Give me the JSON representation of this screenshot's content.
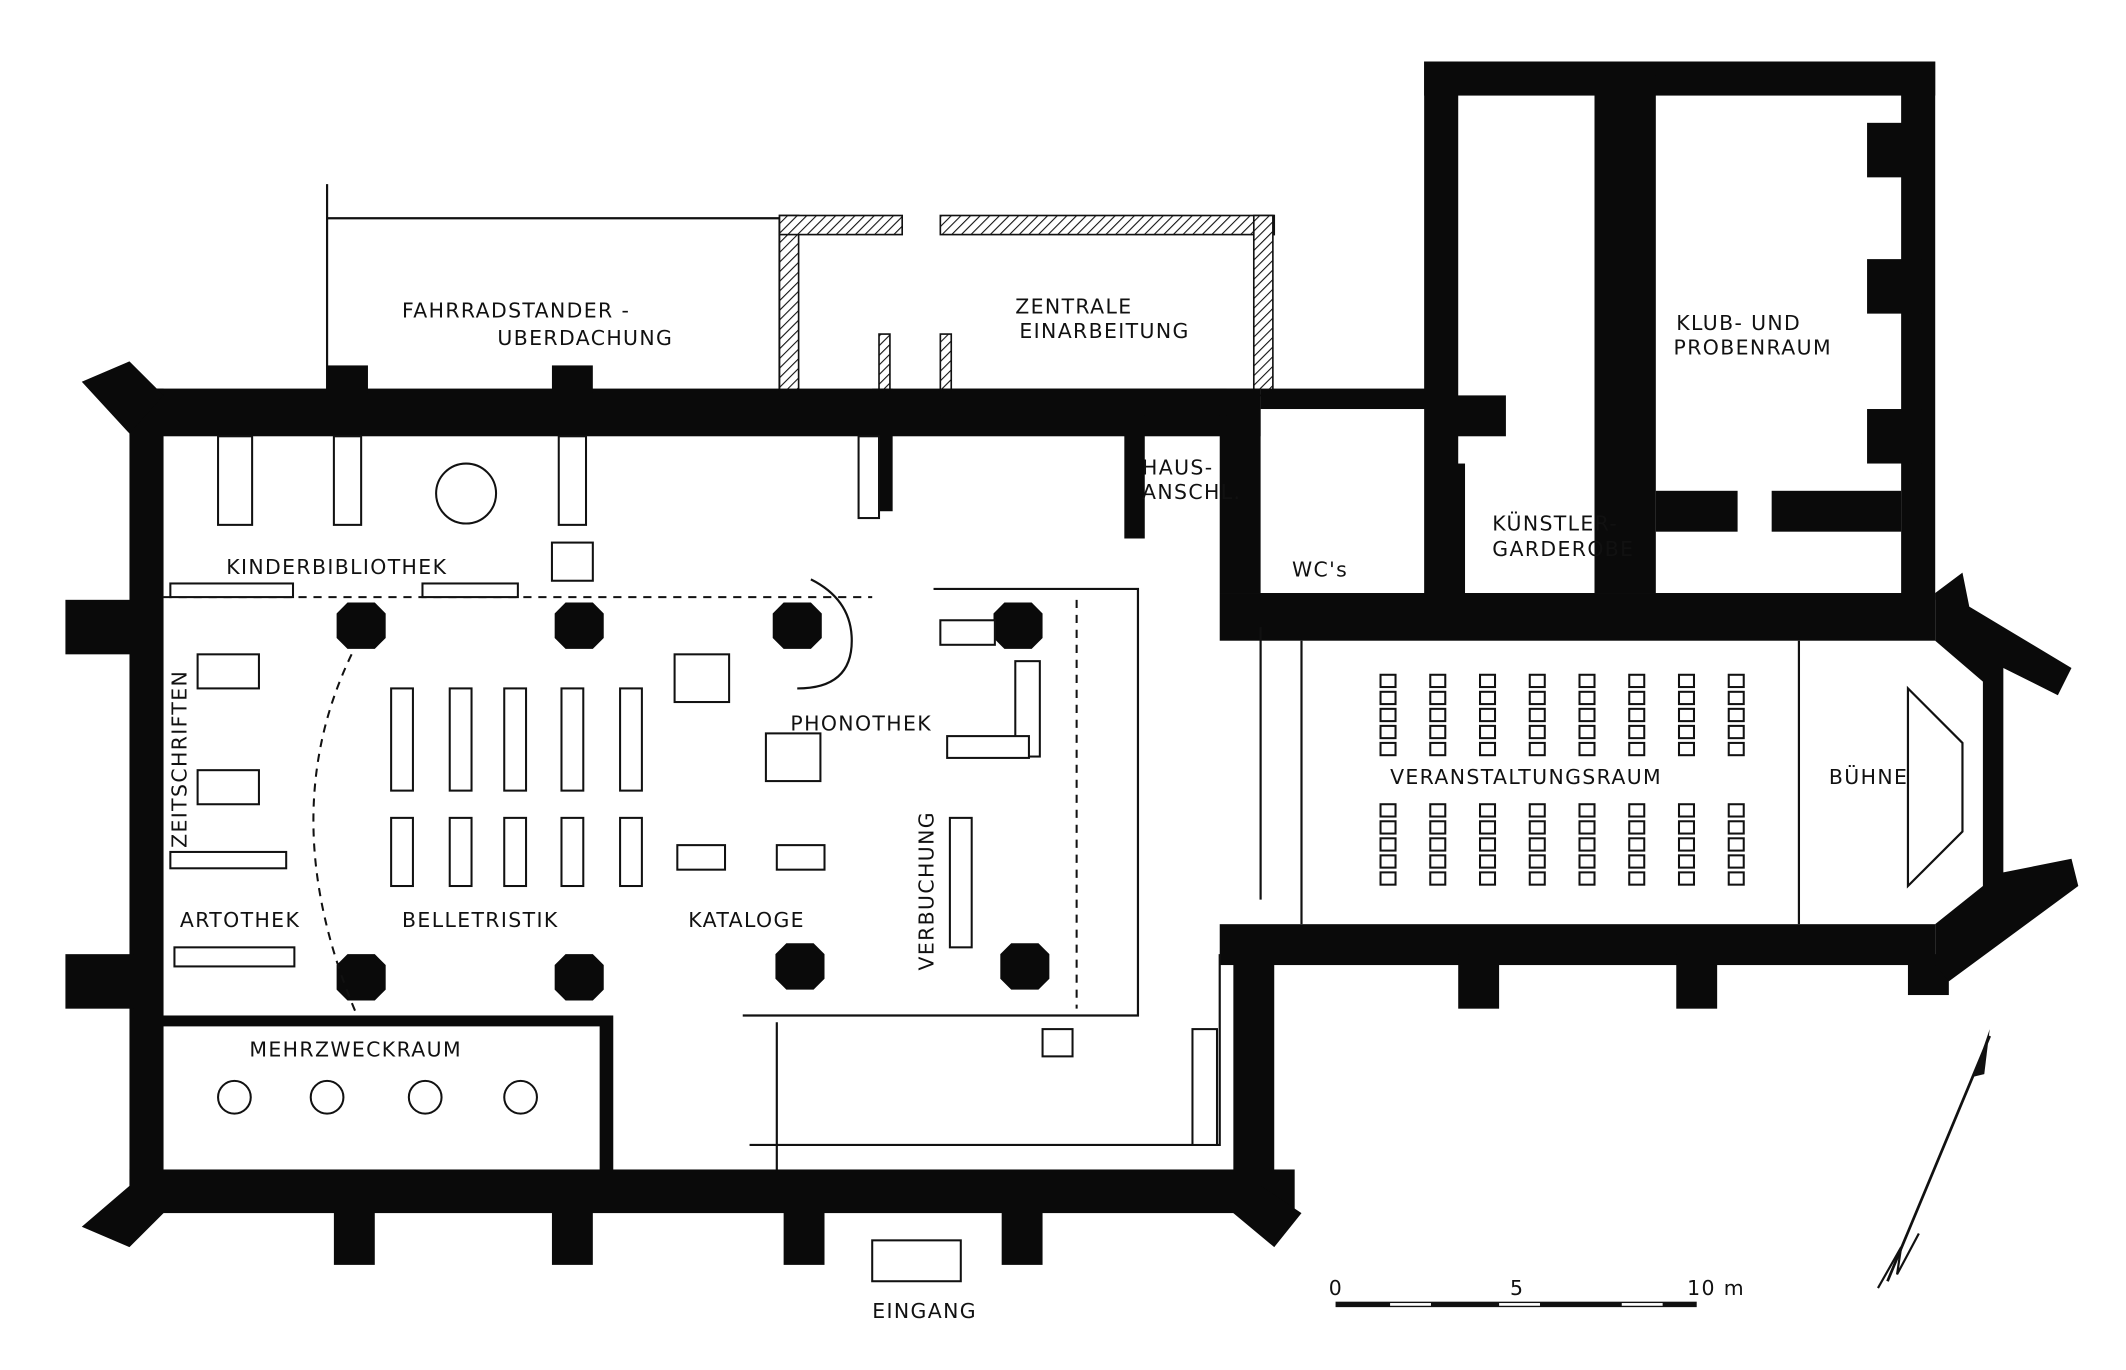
{
  "rooms": {
    "fahrrad_1": "FAHRRADSTANDER -",
    "fahrrad_2": "UBERDACHUNG",
    "zentrale_1": "ZENTRALE",
    "zentrale_2": "EINARBEITUNG",
    "haus_1": "HAUS-",
    "haus_2": "ANSCHL.",
    "wc": "WC's",
    "kuenstler_1": "KÜNSTLER-",
    "kuenstler_2": "GARDEROBE",
    "klub_1": "KLUB- UND",
    "klub_2": "PROBENRAUM",
    "kinder": "KINDERBIBLIOTHEK",
    "zeitschriften": "ZEITSCHRIFTEN",
    "phonothek": "PHONOTHEK",
    "veranstaltung": "VERANSTALTUNGSRAUM",
    "buehne": "BÜHNE",
    "artothek": "ARTOTHEK",
    "belletristik": "BELLETRISTIK",
    "kataloge": "KATALOGE",
    "verbuchung": "VERBUCHUNG",
    "mehrzweck": "MEHRZWECKRAUM",
    "eingang": "EINGANG"
  },
  "scale_bar": {
    "label_0": "0",
    "label_5": "5",
    "label_10": "10 m"
  },
  "north_label": "N"
}
